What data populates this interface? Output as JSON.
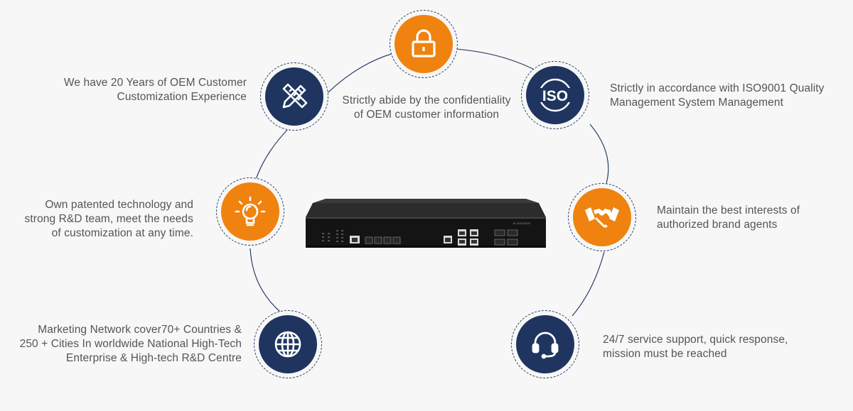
{
  "features": [
    {
      "id": "oem-experience",
      "icon": "pencil-ruler-icon",
      "color": "#1f3560",
      "lines": [
        "We have 20 Years of OEM Customer",
        "Customization Experience"
      ]
    },
    {
      "id": "confidentiality",
      "icon": "padlock-icon",
      "color": "#f0820f",
      "lines": [
        "Strictly abide by the confidentiality",
        "of OEM customer information"
      ]
    },
    {
      "id": "iso-quality",
      "icon": "iso-icon",
      "icon_text": "ISO",
      "color": "#1f3560",
      "lines": [
        "Strictly in accordance with ISO9001 Quality",
        "Management System Management"
      ]
    },
    {
      "id": "patented-tech",
      "icon": "lightbulb-icon",
      "color": "#f0820f",
      "lines": [
        "Own patented technology and",
        "strong R&D team, meet the needs",
        "of customization at any time."
      ]
    },
    {
      "id": "brand-agents",
      "icon": "handshake-icon",
      "color": "#f0820f",
      "lines": [
        "Maintain the best interests of",
        "authorized brand agents"
      ]
    },
    {
      "id": "marketing-network",
      "icon": "globe-icon",
      "color": "#1f3560",
      "lines": [
        "Marketing Network cover70+ Countries &",
        "250 + Cities In worldwide National High-Tech",
        "Enterprise & High-tech R&D Centre"
      ]
    },
    {
      "id": "service-support",
      "icon": "headset-icon",
      "color": "#1f3560",
      "lines": [
        "24/7 service support, quick response,",
        "mission must be reached"
      ]
    }
  ],
  "device": {
    "image": "network-switch-device",
    "model_label": "XL-EOC4S2S"
  },
  "colors": {
    "orange": "#f0820f",
    "navy": "#1f3560",
    "ring": "#2c3e66",
    "text": "#555555"
  }
}
